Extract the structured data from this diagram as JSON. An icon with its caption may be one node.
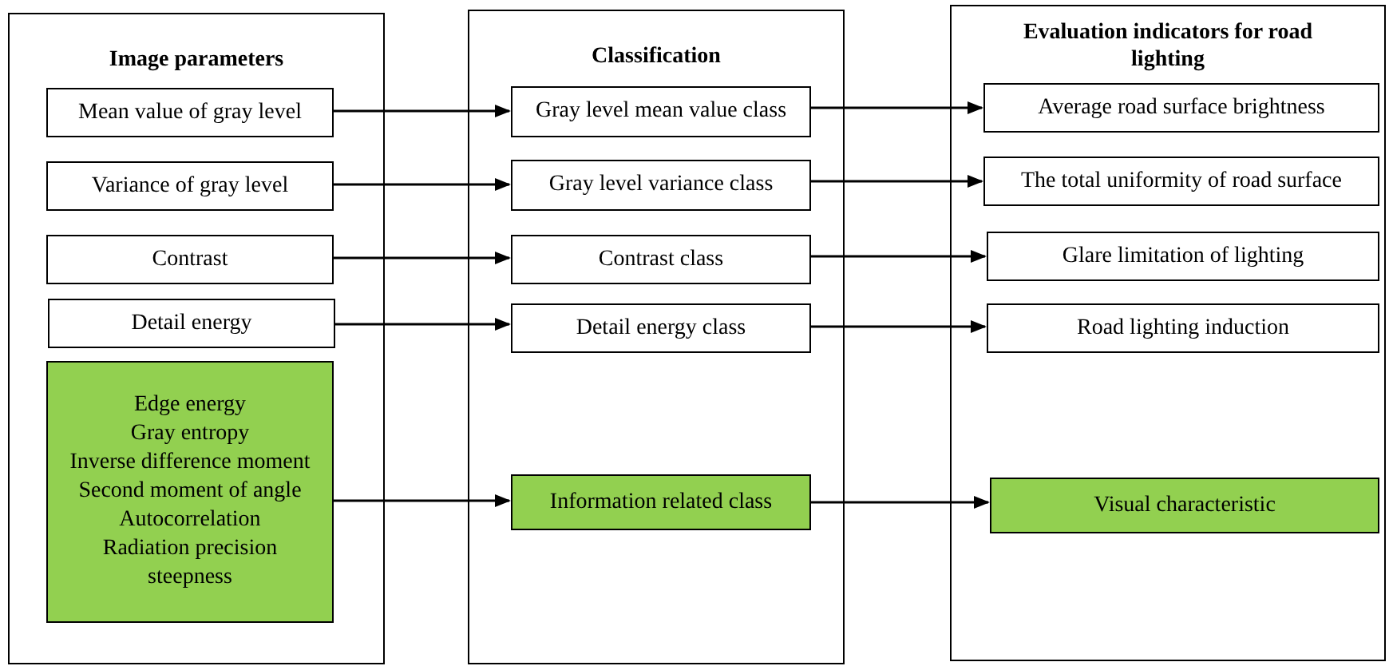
{
  "diagram": {
    "nodes": [
      {
        "text": [
          "Image parameters"
        ]
      },
      {
        "text": [
          "Mean value of gray level"
        ],
        "in": 0
      },
      {
        "text": [
          "Variance of gray level"
        ],
        "in": 0
      },
      {
        "text": [
          "Contrast"
        ],
        "in": 0
      },
      {
        "text": [
          "Detail energy"
        ],
        "in": 0
      },
      {
        "text": [
          "Edge energy",
          "Gray entropy",
          "Inverse difference moment",
          "Second moment of angle",
          "Autocorrelation",
          "Radiation precision",
          "steepness"
        ],
        "in": 0
      },
      {
        "text": [
          "Classification"
        ]
      },
      {
        "text": [
          "Gray level mean value class"
        ],
        "in": 6
      },
      {
        "text": [
          "Gray level variance class"
        ],
        "in": 6
      },
      {
        "text": [
          "Contrast class"
        ],
        "in": 6
      },
      {
        "text": [
          "Detail energy class"
        ],
        "in": 6
      },
      {
        "text": [
          "Information related class"
        ],
        "in": 6
      },
      {
        "text": [
          "Evaluation indicators for road lighting"
        ]
      },
      {
        "text": [
          "Average road surface brightness"
        ],
        "in": 12
      },
      {
        "text": [
          "The total uniformity of road surface"
        ],
        "in": 12
      },
      {
        "text": [
          "Glare limitation of lighting"
        ],
        "in": 12
      },
      {
        "text": [
          "Road lighting induction"
        ],
        "in": 12
      },
      {
        "text": [
          "Visual characteristic"
        ],
        "in": 12
      }
    ],
    "edges": [
      {
        "from": 1,
        "to": 7,
        "arrow": "to"
      },
      {
        "from": 2,
        "to": 8,
        "arrow": "to"
      },
      {
        "from": 3,
        "to": 9,
        "arrow": "to"
      },
      {
        "from": 4,
        "to": 10,
        "arrow": "to"
      },
      {
        "from": 5,
        "to": 11,
        "arrow": "to"
      },
      {
        "from": 7,
        "to": 13,
        "arrow": "to"
      },
      {
        "from": 8,
        "to": 14,
        "arrow": "to"
      },
      {
        "from": 9,
        "to": 15,
        "arrow": "to"
      },
      {
        "from": 10,
        "to": 16,
        "arrow": "to"
      },
      {
        "from": 11,
        "to": 17,
        "arrow": "to"
      }
    ]
  }
}
